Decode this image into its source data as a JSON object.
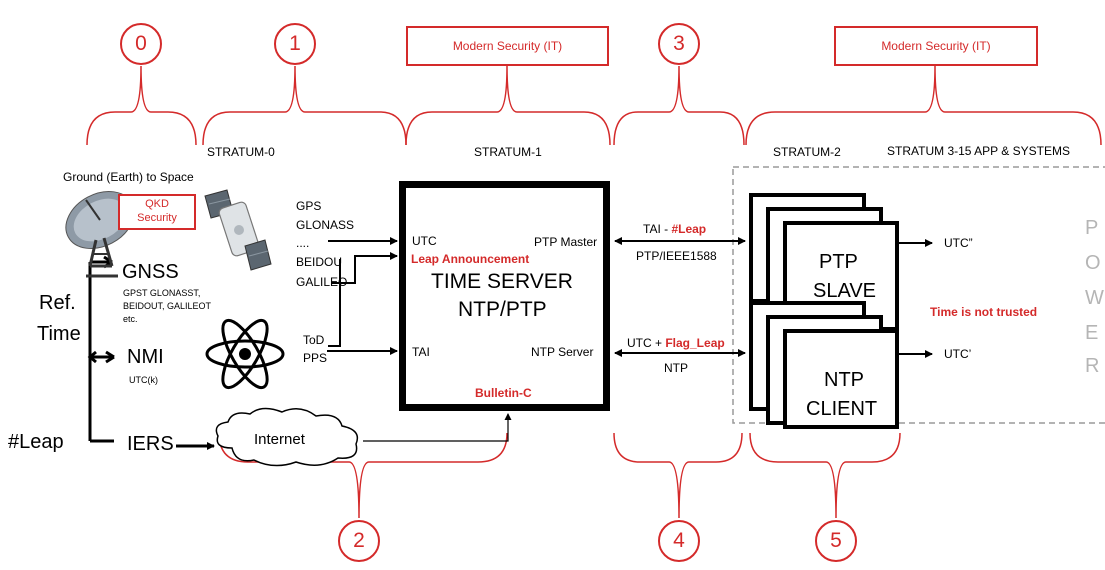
{
  "markers": {
    "c0": "0",
    "c1": "1",
    "c2": "2",
    "c3": "3",
    "c4": "4",
    "c5": "5"
  },
  "security_boxes": {
    "left": "Modern Security (IT)",
    "right": "Modern Security (IT)"
  },
  "strata": {
    "s0": "STRATUM-0",
    "s1": "STRATUM-1",
    "s2": "STRATUM-2",
    "s3": "STRATUM 3-15 APP & SYSTEMS"
  },
  "left": {
    "ground_space": "Ground (Earth)  to Space",
    "qkd": "QKD Security",
    "ref_line1": "Ref.",
    "ref_line2": "Time",
    "leap": "#Leap",
    "gnss": "GNSS",
    "gnss_sub1": "GPST GLONASST,",
    "gnss_sub2": "BEIDOUT, GALILEOT",
    "gnss_sub3": "etc.",
    "nmi": "NMI",
    "nmi_sub": "UTC(k)",
    "iers": "IERS",
    "internet": "Internet"
  },
  "gnss_inputs": {
    "gps": "GPS",
    "glonass": "GLONASS",
    "dots": "....",
    "beidou": "BEIDOU",
    "galileo": "GALILEO",
    "tod": "ToD",
    "pps": "PPS"
  },
  "server": {
    "utc": "UTC",
    "leap_announcement": "Leap Announcement",
    "ptp_master": "PTP Master",
    "title1": "TIME SERVER",
    "title2": "NTP/PTP",
    "tai": "TAI",
    "ntp_server": "NTP Server",
    "bulletin": "Bulletin-C"
  },
  "links": {
    "tai_prefix": "TAI - ",
    "tai_leap": "#Leap",
    "ptp_proto": "PTP/IEEE1588",
    "utc_prefix": "UTC + ",
    "flag_leap": "Flag_Leap",
    "ntp_proto": "NTP"
  },
  "clients": {
    "ptp1": "PTP",
    "ptp2": "SLAVE",
    "ntp1": "NTP",
    "ntp2": "CLIENT",
    "utc_ptp": "UTC”",
    "utc_ntp": "UTC’",
    "not_trusted": "Time is not trusted",
    "power": [
      "P",
      "O",
      "W",
      "E",
      "R"
    ]
  },
  "colors": {
    "accent_red": "#d42a2a",
    "power_gray": "#b5b5b5",
    "dashed_gray": "#9a9a9a"
  },
  "icons": {
    "dish": "satellite-dish-icon",
    "satellite": "satellite-icon",
    "atom": "atom-icon",
    "cloud": "cloud-icon"
  }
}
